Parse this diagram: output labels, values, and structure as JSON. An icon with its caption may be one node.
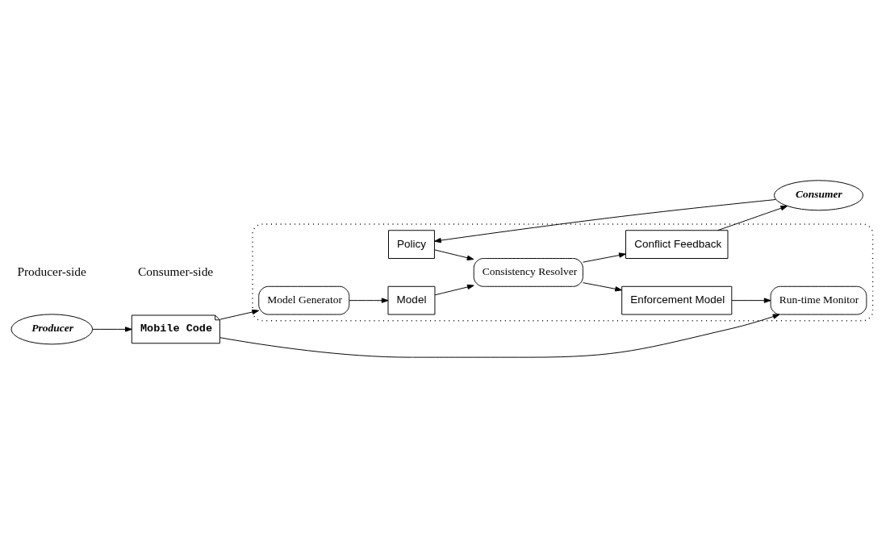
{
  "diagram": {
    "nodes": [
      {
        "text": [
          "Consumer"
        ]
      },
      {
        "text": [],
        "shape": "cloud"
      },
      {
        "text": [
          "Policy"
        ],
        "in": 1
      },
      {
        "text": [
          "Conflict Feedback"
        ],
        "in": 1
      },
      {
        "text": [
          "Model Generator"
        ],
        "in": 1
      },
      {
        "text": [
          "Model"
        ],
        "in": 1
      },
      {
        "text": [
          "Consistency Resolver"
        ],
        "in": 1
      },
      {
        "text": [
          "Enforcement Model"
        ],
        "in": 1
      },
      {
        "text": [
          "Producer"
        ]
      },
      {
        "text": [
          "Mobile Code"
        ]
      },
      {
        "text": [
          "Run-time Monitor"
        ],
        "in": 1
      }
    ],
    "edges": [
      {
        "from": 0,
        "to": 2,
        "arrow": "to"
      },
      {
        "from": 3,
        "to": 0,
        "arrow": "to"
      },
      {
        "from": 2,
        "to": 6,
        "arrow": "to"
      },
      {
        "from": 6,
        "to": 3,
        "arrow": "to"
      },
      {
        "from": 4,
        "to": 5,
        "arrow": "to"
      },
      {
        "from": 5,
        "to": 6,
        "arrow": "to"
      },
      {
        "from": 6,
        "to": 7,
        "arrow": "to"
      },
      {
        "from": 7,
        "to": 10,
        "arrow": "to"
      },
      {
        "from": 8,
        "to": 9,
        "arrow": "to"
      },
      {
        "from": 9,
        "to": 4,
        "arrow": "to"
      },
      {
        "from": 9,
        "to": 10,
        "arrow": "to"
      }
    ],
    "labels": [
      "Producer-side",
      "Consumer-side"
    ]
  }
}
